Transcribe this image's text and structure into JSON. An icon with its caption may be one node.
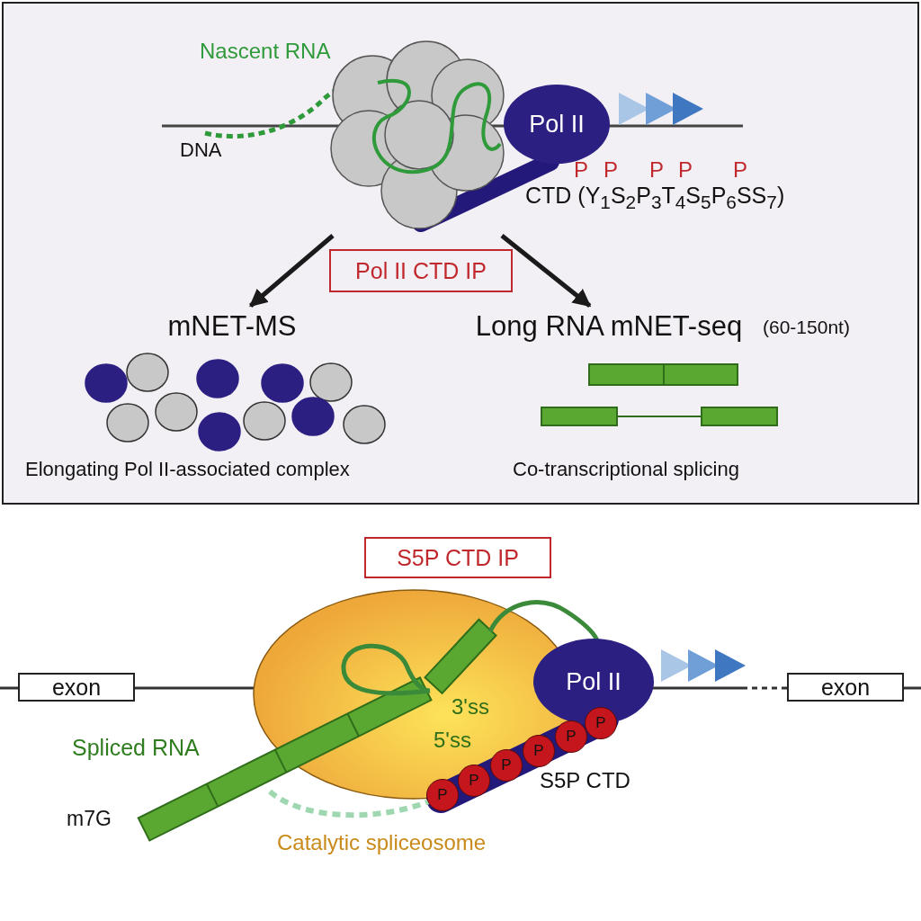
{
  "diagram": {
    "nodes": [
      {
        "text": [],
        "shape": "picture"
      },
      {
        "text": [
          "Pol II"
        ]
      },
      {
        "text": [
          "Pol II CTD IP"
        ]
      },
      {
        "text": [
          "mNET-MS"
        ]
      },
      {
        "text": [
          "Long RNA mNET-seq"
        ],
        "beside": [
          "(60-150nt)"
        ]
      },
      {
        "text": [
          "S5P CTD IP"
        ]
      },
      {
        "text": [
          "exon"
        ]
      },
      {
        "text": [
          "exon"
        ]
      },
      {
        "text": [
          "Pol II"
        ]
      },
      {
        "text": [
          "P"
        ]
      },
      {
        "text": [
          "P"
        ]
      },
      {
        "text": [
          "P"
        ]
      },
      {
        "text": [
          "P"
        ]
      },
      {
        "text": [
          "P"
        ]
      },
      {
        "text": [
          "P"
        ]
      }
    ],
    "edges": [
      {
        "from": 0,
        "to": 3,
        "arrow": "to"
      },
      {
        "from": 0,
        "to": 4,
        "arrow": "to"
      }
    ],
    "labels": [
      "Nascent RNA",
      "DNA",
      "P",
      "P",
      "P",
      "P",
      "P",
      "CTD (Y$_{1}$S$_{2}$P$_{3}$T$_{4}$S$_{5}$P$_{6}$SS$_{7}$)",
      "Elongating Pol II-associated complex",
      "Co-transcriptional splicing",
      "3'ss",
      "5'ss",
      "Spliced RNA",
      "S5P CTD",
      "m7G",
      "Catalytic spliceosome"
    ]
  }
}
